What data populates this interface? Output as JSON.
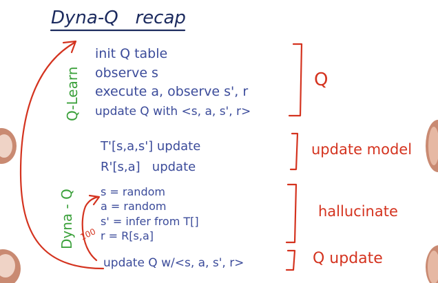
{
  "title": "Dyna-Q   recap",
  "q_learn_label": "Q-Learn",
  "dyna_q_label": "Dyna - Q",
  "q_learning_steps": [
    "init Q table",
    "observe s",
    "execute a, observe s', r",
    "update Q with <s, a, s', r>"
  ],
  "model_steps": [
    "T'[s,a,s'] update",
    "R'[s,a]   update"
  ],
  "hallucinate_steps": [
    "s = random",
    "a = random",
    "s' = infer from T[]",
    "r = R[s,a]"
  ],
  "final_step": "update Q w/<s, a, s', r>",
  "loop_count": "100",
  "brackets": {
    "q": "Q",
    "model": "update model",
    "hallucinate": "hallucinate",
    "q_update": "Q update"
  },
  "colors": {
    "steps": "#3b4b9a",
    "annotations": "#d4331f",
    "side_labels": "#3aa03a",
    "title": "#1b2a5e"
  }
}
